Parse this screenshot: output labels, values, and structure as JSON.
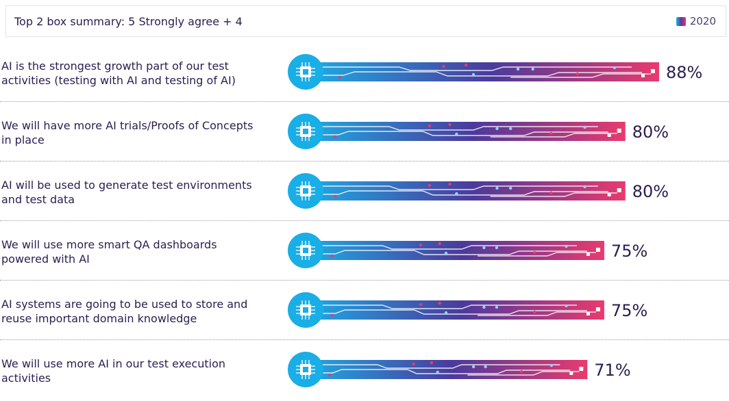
{
  "header": {
    "title": "Top 2 box summary: 5 Strongly agree + 4",
    "legend_label": "2020"
  },
  "colors": {
    "bar_start": "#19b8ec",
    "bar_mid": "#4b3a9c",
    "bar_end": "#ea3a6e",
    "chip": "#19aee6",
    "text": "#2a1d4f"
  },
  "icons": [
    "ai-chip-icon"
  ],
  "chart_data": {
    "type": "bar",
    "orientation": "horizontal",
    "title": "Top 2 box summary: 5 Strongly agree + 4",
    "xlim": [
      0,
      100
    ],
    "unit": "%",
    "series": [
      {
        "name": "2020",
        "values": [
          88,
          80,
          80,
          75,
          75,
          71
        ]
      }
    ],
    "categories": [
      "AI is the strongest growth part of our test activities (testing with AI and testing of AI)",
      "We will have more AI trials/Proofs of Concepts in place",
      "AI will be used to generate test environments and test data",
      "We will use more smart QA dashboards powered with AI",
      "AI systems are going to be used to store and reuse important domain knowledge",
      "We will use more AI in our test execution activities"
    ],
    "value_labels": [
      "88%",
      "80%",
      "80%",
      "75%",
      "75%",
      "71%"
    ]
  }
}
